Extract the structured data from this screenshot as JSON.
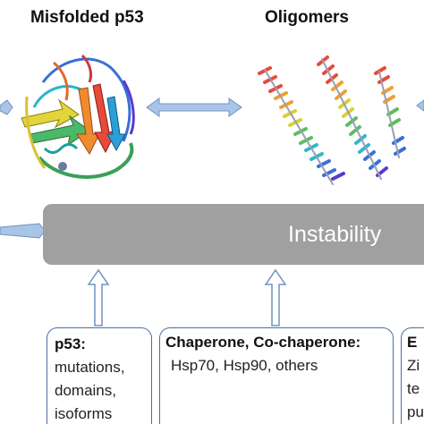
{
  "titles": {
    "misfolded": "Misfolded p53",
    "oligomers": "Oligomers"
  },
  "instability": {
    "label": "Instability"
  },
  "boxes": {
    "p53": {
      "heading": "p53:",
      "lines": [
        "mutations,",
        "domains,",
        "isoforms"
      ]
    },
    "chaperone": {
      "heading": "Chaperone, Co-chaperone:",
      "lines": [
        "Hsp70, Hsp90, others"
      ]
    },
    "edge": {
      "heading": "E",
      "lines": [
        "Zi",
        "te",
        "pu"
      ]
    }
  },
  "colors": {
    "bar": "#a0a0a0",
    "box_border": "#4a6fa0",
    "arrow_fill": "#a9c4e6",
    "arrow_stroke": "#6f93c4"
  }
}
